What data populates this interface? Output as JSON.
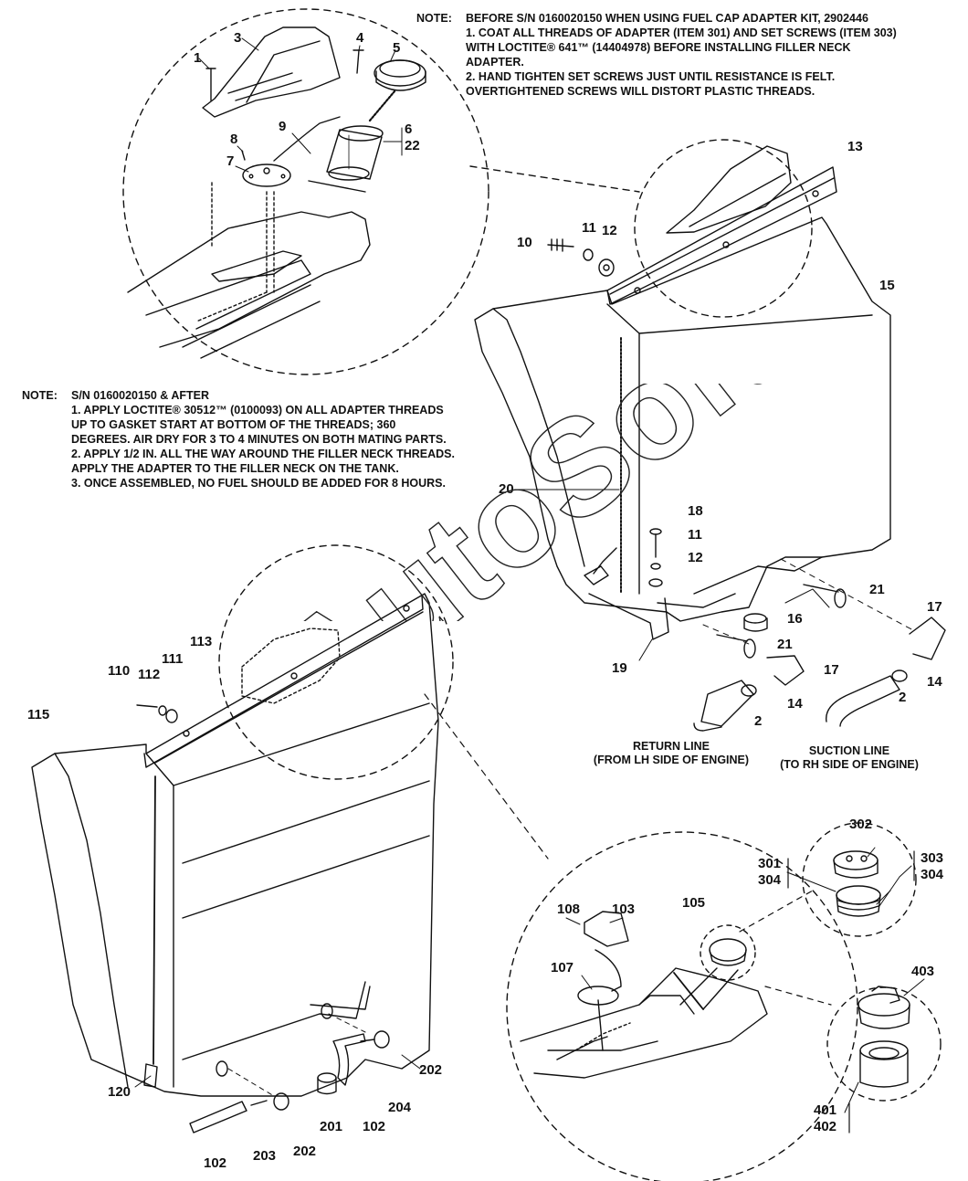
{
  "notes": {
    "top": {
      "head": "NOTE:",
      "lines": [
        "BEFORE S/N 0160020150 WHEN USING FUEL CAP ADAPTER KIT, 2902446",
        "1. COAT ALL THREADS OF ADAPTER (ITEM 301) AND SET SCREWS (ITEM 303)",
        "WITH LOCTITE® 641™ (14404978) BEFORE INSTALLING FILLER NECK",
        "ADAPTER.",
        "2. HAND TIGHTEN SET SCREWS JUST UNTIL RESISTANCE IS FELT.",
        "OVERTIGHTENED SCREWS WILL DISTORT PLASTIC THREADS."
      ]
    },
    "middle": {
      "head": "NOTE:",
      "lines": [
        "S/N 0160020150 & AFTER",
        "1. APPLY LOCTITE® 30512™ (0100093) ON ALL ADAPTER THREADS",
        "UP TO GASKET START AT BOTTOM OF THE THREADS; 360",
        "DEGREES. AIR DRY FOR 3 TO 4 MINUTES ON BOTH MATING PARTS.",
        "2. APPLY 1/2 IN. ALL THE WAY AROUND THE FILLER NECK THREADS.",
        "APPLY THE ADAPTER TO THE FILLER NECK ON THE TANK.",
        "3. ONCE ASSEMBLED, NO FUEL SHOULD BE ADDED FOR 8 HOURS."
      ]
    }
  },
  "captions": {
    "return_line": [
      "RETURN LINE",
      "(FROM LH SIDE OF ENGINE)"
    ],
    "suction_line": [
      "SUCTION LINE",
      "(TO RH SIDE OF ENGINE)"
    ]
  },
  "callouts": {
    "c1": "1",
    "c3": "3",
    "c4": "4",
    "c5": "5",
    "c6": "6",
    "c22": "22",
    "c9": "9",
    "c8": "8",
    "c7": "7",
    "c13": "13",
    "c10": "10",
    "c11a": "11",
    "c12a": "12",
    "c15": "15",
    "c20": "20",
    "c18": "18",
    "c11b": "11",
    "c12b": "12",
    "c21a": "21",
    "c16": "16",
    "c17a": "17",
    "c21b": "21",
    "c19": "19",
    "c17b": "17",
    "c14a": "14",
    "c14b": "14",
    "c2a": "2",
    "c2b": "2",
    "c113": "113",
    "c110": "110",
    "c112": "112",
    "c111": "111",
    "c115": "115",
    "c302": "302",
    "c301": "301",
    "c304a": "304",
    "c303": "303",
    "c304b": "304",
    "c108": "108",
    "c103": "103",
    "c105": "105",
    "c107": "107",
    "c403": "403",
    "c401": "401",
    "c402": "402",
    "c120": "120",
    "c202a": "202",
    "c204": "204",
    "c201": "201",
    "c102a": "102",
    "c102b": "102",
    "c203": "203",
    "c202b": "202"
  },
  "watermark": "AutoSoft",
  "colors": {
    "ink": "#111111",
    "paper": "#ffffff",
    "watermark": "#222222"
  }
}
